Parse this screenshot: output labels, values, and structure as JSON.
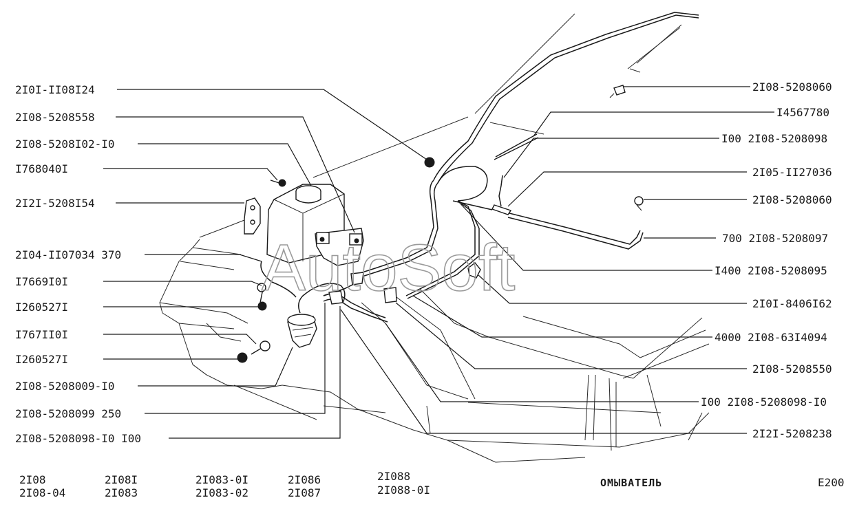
{
  "watermark": "AutoSoft",
  "title": "ОМЫВАТЕЛЬ",
  "page_code": "E200",
  "models": [
    {
      "line1": "2I08",
      "line2": "2I08-04"
    },
    {
      "line1": "2I08I",
      "line2": "2I083"
    },
    {
      "line1": "2I083-0I",
      "line2": "2I083-02"
    },
    {
      "line1": "2I086",
      "line2": "2I087"
    },
    {
      "line1": "2I088",
      "line2": "2I088-0I"
    }
  ],
  "left_labels": [
    "2I0I-II08I24",
    "2I08-5208558",
    "2I08-5208I02-I0",
    "I768040I",
    "2I2I-5208I54",
    "2I04-II07034 370",
    "I7669I0I",
    "I260527I",
    "I767II0I",
    "I260527I",
    "2I08-5208009-I0",
    "2I08-5208099 250",
    "2I08-5208098-I0 I00"
  ],
  "right_labels": [
    "2I08-5208060",
    "I4567780",
    "I00 2I08-5208098",
    "2I05-II27036",
    "2I08-5208060",
    "700 2I08-5208097",
    "I400 2I08-5208095",
    "2I0I-8406I62",
    "4000 2I08-63I4094",
    "2I08-5208550",
    "I00 2I08-5208098-I0",
    "2I2I-5208238"
  ]
}
